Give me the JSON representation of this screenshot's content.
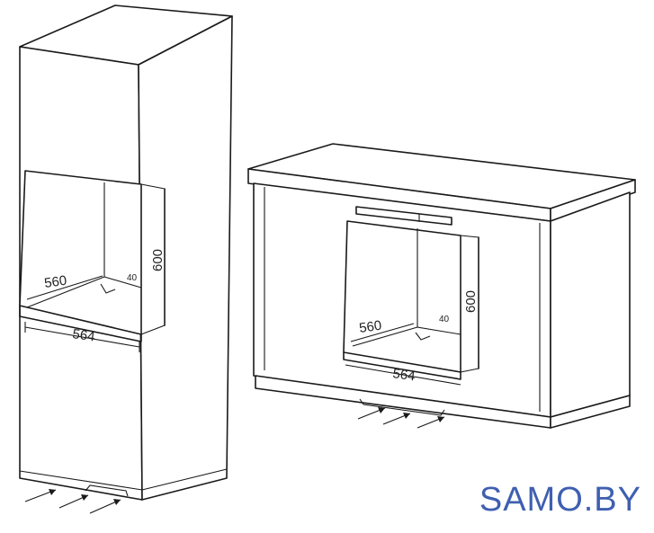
{
  "diagram": {
    "left_cabinet": {
      "width_label": "560",
      "depth_label": "564",
      "height_label": "600",
      "gap_label": "40"
    },
    "right_cabinet": {
      "width_label": "560",
      "depth_label": "564",
      "height_label": "600",
      "gap_label": "40"
    }
  },
  "watermark": {
    "text": "SAMO.BY",
    "color": "#3f5fb0"
  }
}
